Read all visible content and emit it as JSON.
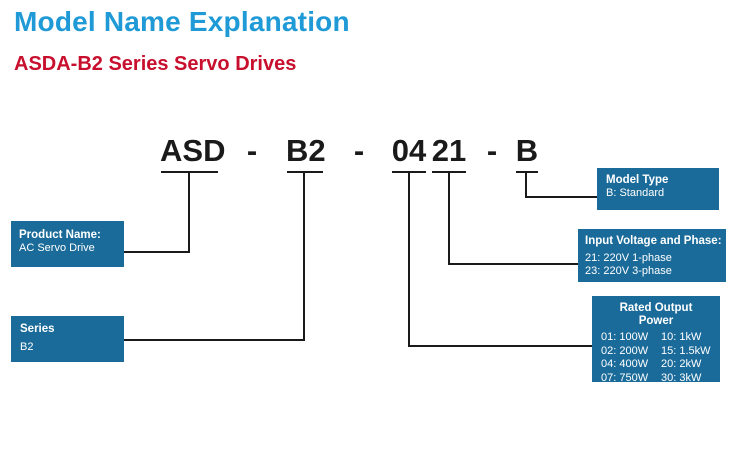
{
  "header": {
    "title": "Model Name Explanation",
    "subtitle": "ASDA-B2 Series Servo Drives"
  },
  "model_code": {
    "segments": [
      "ASD",
      "-",
      "B2",
      "-",
      "04",
      "21",
      "-",
      "B"
    ]
  },
  "boxes": {
    "model_type": {
      "heading": "Model Type",
      "lines": [
        "B: Standard"
      ]
    },
    "input_voltage": {
      "heading": "Input Voltage and Phase:",
      "lines": [
        "21: 220V 1-phase",
        "23: 220V 3-phase"
      ]
    },
    "rated_power": {
      "heading": "Rated Output Power",
      "items": [
        "01: 100W",
        "10: 1kW",
        "02: 200W",
        "15: 1.5kW",
        "04: 400W",
        "20: 2kW",
        "07: 750W",
        "30: 3kW"
      ]
    },
    "product_name": {
      "heading": "Product Name:",
      "lines": [
        "AC Servo Drive"
      ]
    },
    "series": {
      "heading": "Series",
      "lines": [
        "B2"
      ]
    }
  },
  "colors": {
    "title": "#1f9ad6",
    "subtitle": "#c8102e",
    "box": "#1b6b9a",
    "line": "#1a1a1a"
  }
}
